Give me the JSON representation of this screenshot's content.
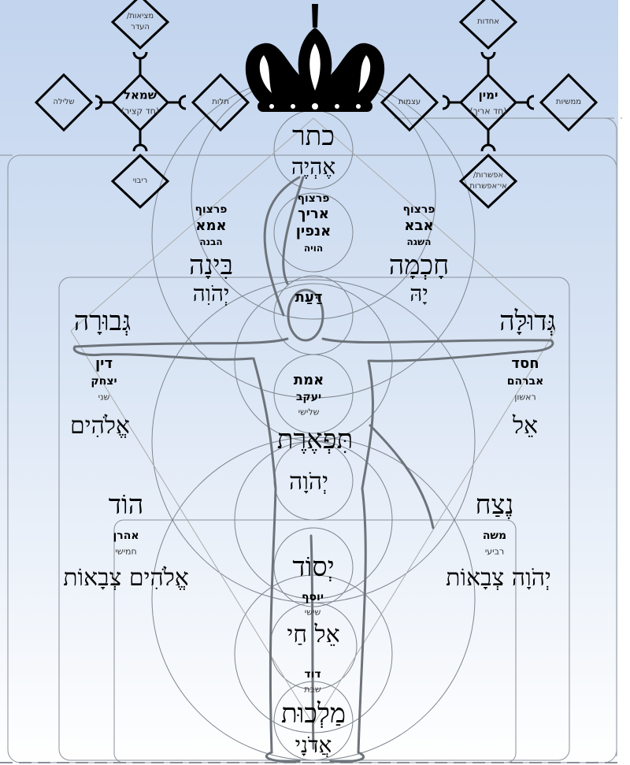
{
  "left_cross": {
    "center": "שמאל",
    "center_sub": "(חד קציר)",
    "top": "מציאות/ העדר",
    "left": "שלילה",
    "right": "תלות",
    "bottom": "ריבוי"
  },
  "right_cross": {
    "center": "ימין",
    "center_sub": "(חד אריך)",
    "top": "אחדות",
    "left": "עצמות",
    "right": "ממשיות",
    "bottom": "אפשרות/ אי־אפשרות"
  },
  "keter": {
    "name": "כתר",
    "divine_name": "אֶהְיֶה",
    "partzuf": "פרצוף",
    "partzuf_name1": "אריך",
    "partzuf_name2": "אנפין",
    "sub": "הויה"
  },
  "binah": {
    "partzuf": "פרצוף",
    "partzuf_name": "אמא",
    "quality": "הבנה",
    "name": "בִּינָה",
    "divine_name": "יְהֹוִה"
  },
  "chochmah": {
    "partzuf": "פרצוף",
    "partzuf_name": "אבא",
    "quality": "השגה",
    "name": "חָכְמָה",
    "divine_name": "יָהּ"
  },
  "daat": {
    "name": "דַּעַת"
  },
  "gevurah": {
    "name": "גְּבוּרָה",
    "alt": "דין",
    "patriarch": "יצחק",
    "order": "שני",
    "divine_name": "אֱלֹהִים"
  },
  "gedulah": {
    "name": "גְּדוּלָּה",
    "alt": "חסד",
    "patriarch": "אברהם",
    "order": "ראשון",
    "divine_name": "אֵל"
  },
  "tiferet": {
    "alt": "אמת",
    "patriarch": "יעקב",
    "order": "שלישי",
    "name": "תִּפְאֶרֶת",
    "divine_name": "יְהֹוָה"
  },
  "hod": {
    "name": "הוֹד",
    "patriarch": "אהרן",
    "order": "חמישי",
    "divine_name": "אֱלֹהִים צְבָאוֹת"
  },
  "netzach": {
    "name": "נֶצַח",
    "patriarch": "משה",
    "order": "רביעי",
    "divine_name": "יְהֹוָה צְבָאוֹת"
  },
  "yesod": {
    "name": "יְסוֹד",
    "patriarch": "יוסף",
    "order": "שישי",
    "divine_name": "אֵל חַי"
  },
  "malchut": {
    "patriarch": "דוד",
    "order": "שבת",
    "name": "מַלְכוּת",
    "divine_name": "אֲדֹנָי"
  },
  "colors": {
    "line": "#808890",
    "ink": "#000000",
    "bg_top": "#c2d4ee"
  }
}
